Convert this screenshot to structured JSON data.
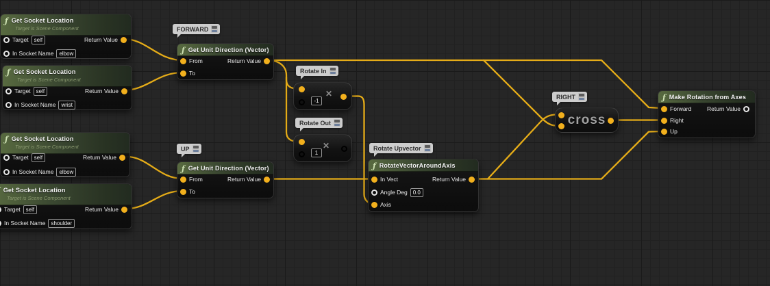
{
  "editor": {
    "type": "unreal-blueprint-graph"
  },
  "colors": {
    "background": "#262626",
    "grid_minor": "#212121",
    "grid_major": "#1a1a1a",
    "wire": "#e5ac18",
    "pin_vector": "#f2b01d",
    "pin_float": "#35d95c",
    "pin_object": "#3fa1ef",
    "pin_name": "#b45be0",
    "pin_rotator": "#8d8df2",
    "header_green": "#586a40",
    "bubble_bg": "#cdcdcd"
  },
  "function_icon": "ƒ",
  "multiply_symbol": "✕",
  "bubbles": {
    "forward": "FORWARD",
    "up": "UP",
    "rotate_in": "Rotate In",
    "rotate_out": "Rotate Out",
    "rotate_upvector": "Rotate Upvector",
    "right": "RIGHT"
  },
  "nodes": {
    "gsl": [
      {
        "title": "Get Socket Location",
        "subtitle": "Target is Scene Component",
        "target_label": "Target",
        "target_value": "self",
        "socket_label": "In Socket Name",
        "socket_value": "elbow",
        "return_label": "Return Value"
      },
      {
        "title": "Get Socket Location",
        "subtitle": "Target is Scene Component",
        "target_label": "Target",
        "target_value": "self",
        "socket_label": "In Socket Name",
        "socket_value": "wrist",
        "return_label": "Return Value"
      },
      {
        "title": "Get Socket Location",
        "subtitle": "Target is Scene Component",
        "target_label": "Target",
        "target_value": "self",
        "socket_label": "In Socket Name",
        "socket_value": "elbow",
        "return_label": "Return Value"
      },
      {
        "title": "Get Socket Location",
        "subtitle": "Target is Scene Component",
        "target_label": "Target",
        "target_value": "self",
        "socket_label": "In Socket Name",
        "socket_value": "shoulder",
        "return_label": "Return Value"
      }
    ],
    "gud": [
      {
        "title": "Get Unit Direction (Vector)",
        "from_label": "From",
        "to_label": "To",
        "return_label": "Return Value"
      },
      {
        "title": "Get Unit Direction (Vector)",
        "from_label": "From",
        "to_label": "To",
        "return_label": "Return Value"
      }
    ],
    "multiply": [
      {
        "value": "-1"
      },
      {
        "value": "1"
      }
    ],
    "rvaa": {
      "title": "RotateVectorAroundAxis",
      "in_vect_label": "In Vect",
      "angle_label": "Angle Deg",
      "angle_value": "0.0",
      "axis_label": "Axis",
      "return_label": "Return Value"
    },
    "cross": {
      "label": "cross"
    },
    "mra": {
      "title": "Make Rotation from Axes",
      "forward_label": "Forward",
      "right_label": "Right",
      "up_label": "Up",
      "return_label": "Return Value"
    }
  },
  "connections": [
    {
      "from": "get-socket-location-elbow-1.return_value",
      "to": "get-unit-direction-forward.from"
    },
    {
      "from": "get-socket-location-wrist.return_value",
      "to": "get-unit-direction-forward.to"
    },
    {
      "from": "get-socket-location-elbow-2.return_value",
      "to": "get-unit-direction-up.from"
    },
    {
      "from": "get-socket-location-shoulder.return_value",
      "to": "get-unit-direction-up.to"
    },
    {
      "from": "get-unit-direction-forward.return_value",
      "to": "make-rotation-from-axes.forward"
    },
    {
      "from": "get-unit-direction-forward.return_value",
      "to": "multiply-rotate-in.in"
    },
    {
      "from": "get-unit-direction-forward.return_value",
      "to": "multiply-rotate-out.in"
    },
    {
      "from": "get-unit-direction-forward.return_value",
      "to": "cross.in_b"
    },
    {
      "from": "multiply-rotate-in.result",
      "to": "rotate-vector-around-axis.axis"
    },
    {
      "from": "get-unit-direction-up.return_value",
      "to": "rotate-vector-around-axis.in_vect"
    },
    {
      "from": "rotate-vector-around-axis.return_value",
      "to": "cross.in_a"
    },
    {
      "from": "rotate-vector-around-axis.return_value",
      "to": "make-rotation-from-axes.up"
    },
    {
      "from": "cross.result",
      "to": "make-rotation-from-axes.right"
    }
  ]
}
